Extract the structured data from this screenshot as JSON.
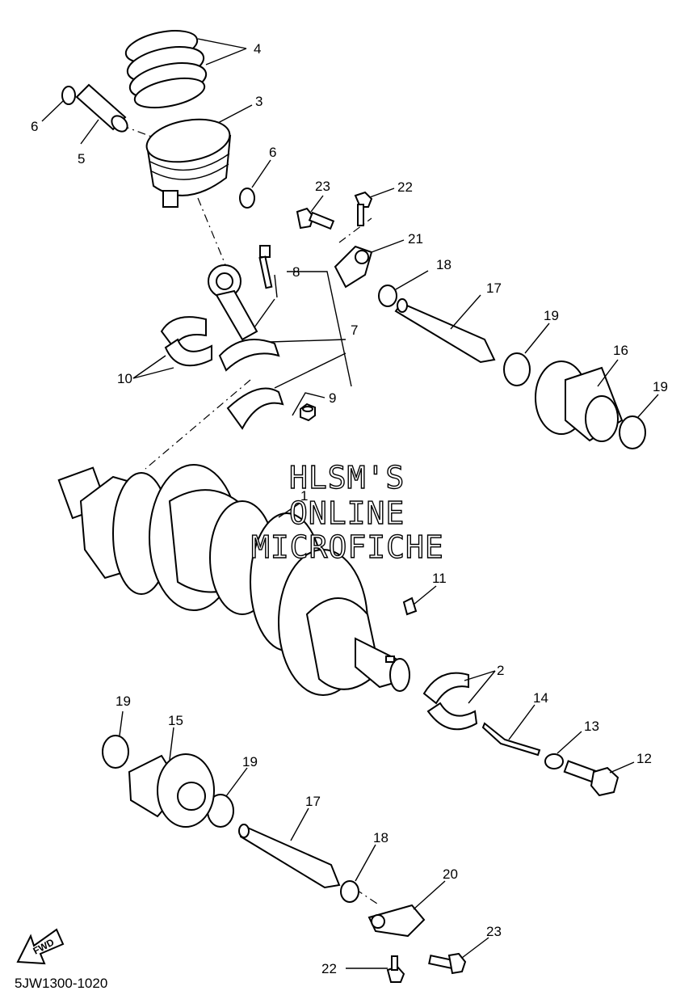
{
  "watermark": {
    "line1": "HLSM'S",
    "line2": "ONLINE",
    "line3": "MICROFICHE"
  },
  "diagram_code": "5JW1300-1020",
  "fwd_label": "FWD",
  "callouts": {
    "c1": "1",
    "c2": "2",
    "c3": "3",
    "c4": "4",
    "c5": "5",
    "c6a": "6",
    "c6b": "6",
    "c7": "7",
    "c8": "8",
    "c9": "9",
    "c10": "10",
    "c11": "11",
    "c12": "12",
    "c13": "13",
    "c14": "14",
    "c15": "15",
    "c16": "16",
    "c17a": "17",
    "c17b": "17",
    "c18a": "18",
    "c18b": "18",
    "c19a": "19",
    "c19b": "19",
    "c19c": "19",
    "c19d": "19",
    "c20": "20",
    "c21": "21",
    "c22a": "22",
    "c22b": "22",
    "c23a": "23",
    "c23b": "23"
  }
}
